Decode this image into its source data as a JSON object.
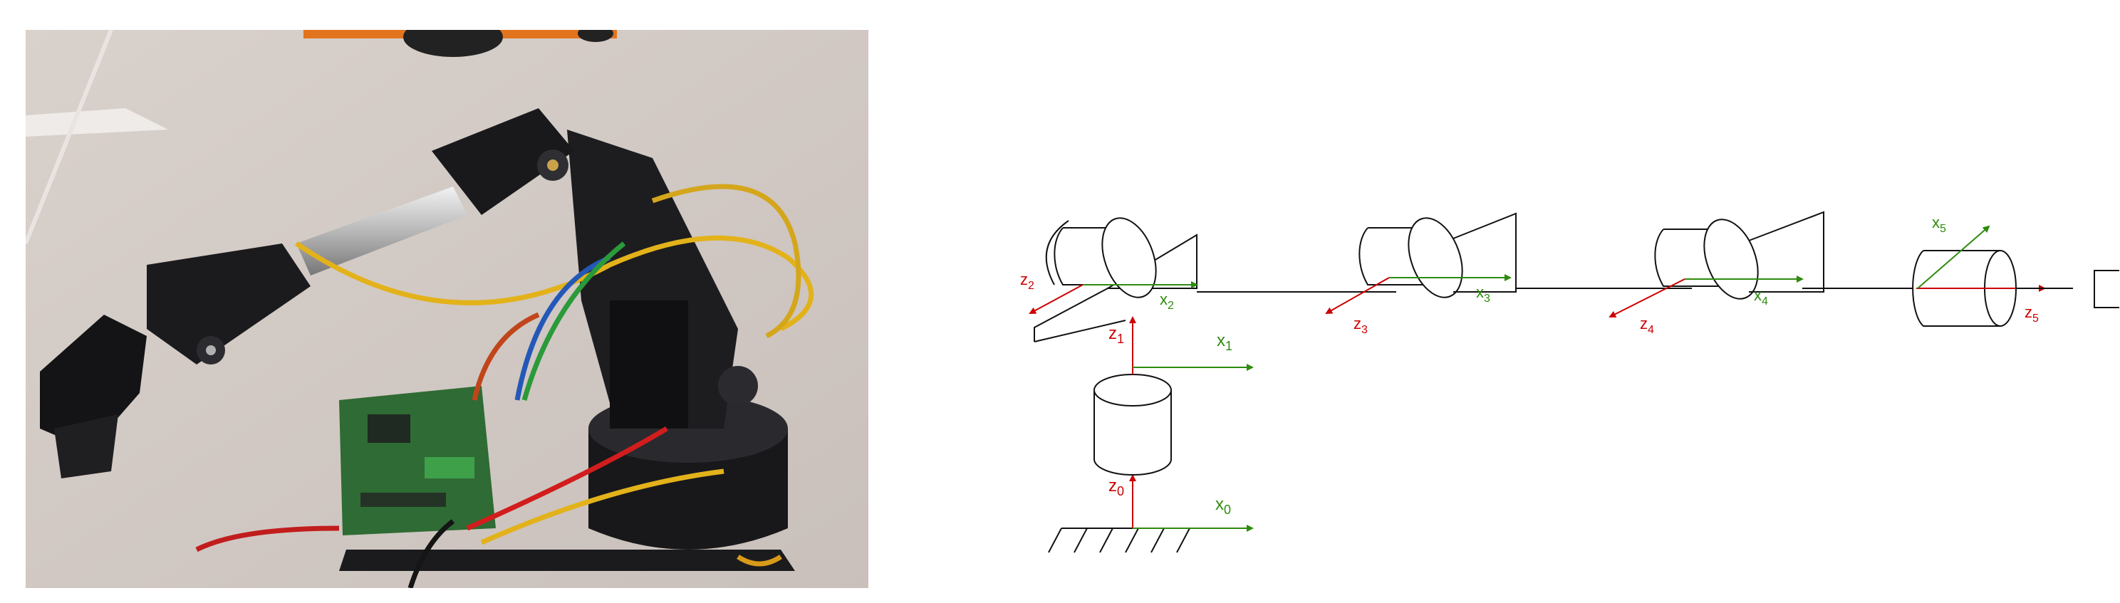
{
  "colors": {
    "z_axis": "#cc0000",
    "x_axis": "#2e8b0f",
    "link": "#111111",
    "table": "#ddd6d3",
    "robot_body": "#1c1c1f",
    "board": "#2f6b34",
    "robot_car": "#e2741e"
  },
  "photo": {
    "description_icon": "robot-arm-photo-icon"
  },
  "frames": [
    {
      "z_label": "z",
      "z_sub": "0",
      "x_label": "x",
      "x_sub": "0"
    },
    {
      "z_label": "z",
      "z_sub": "1",
      "x_label": "x",
      "x_sub": "1"
    },
    {
      "z_label": "z",
      "z_sub": "2",
      "x_label": "x",
      "x_sub": "2"
    },
    {
      "z_label": "z",
      "z_sub": "3",
      "x_label": "x",
      "x_sub": "3"
    },
    {
      "z_label": "z",
      "z_sub": "4",
      "x_label": "x",
      "x_sub": "4"
    },
    {
      "z_label": "z",
      "z_sub": "5",
      "x_label": "x",
      "x_sub": "5"
    }
  ]
}
